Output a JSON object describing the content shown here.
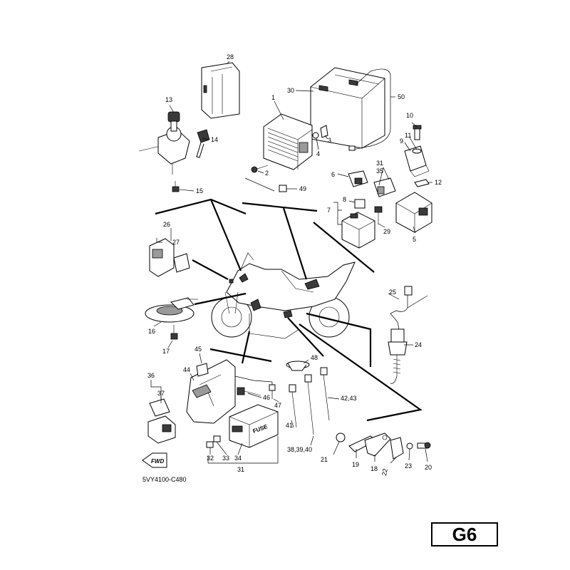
{
  "diagram_code": "5VY4100-C480",
  "page_code": "G6",
  "fwd_label": "FWD",
  "fuse_label": "FUSE",
  "callouts": [
    {
      "id": "p1",
      "label": "1"
    },
    {
      "id": "p2",
      "label": "2"
    },
    {
      "id": "p3",
      "label": "3"
    },
    {
      "id": "p4",
      "label": "4"
    },
    {
      "id": "p5",
      "label": "5"
    },
    {
      "id": "p6",
      "label": "6"
    },
    {
      "id": "p7",
      "label": "7"
    },
    {
      "id": "p8",
      "label": "8"
    },
    {
      "id": "p9",
      "label": "9"
    },
    {
      "id": "p10",
      "label": "10"
    },
    {
      "id": "p11",
      "label": "11"
    },
    {
      "id": "p12",
      "label": "12"
    },
    {
      "id": "p13",
      "label": "13"
    },
    {
      "id": "p14",
      "label": "14"
    },
    {
      "id": "p15",
      "label": "15"
    },
    {
      "id": "p16",
      "label": "16"
    },
    {
      "id": "p17",
      "label": "17"
    },
    {
      "id": "p18",
      "label": "18"
    },
    {
      "id": "p19",
      "label": "19"
    },
    {
      "id": "p20",
      "label": "20"
    },
    {
      "id": "p21",
      "label": "21"
    },
    {
      "id": "p22",
      "label": "22"
    },
    {
      "id": "p23",
      "label": "23"
    },
    {
      "id": "p24",
      "label": "24"
    },
    {
      "id": "p25",
      "label": "25"
    },
    {
      "id": "p26",
      "label": "26"
    },
    {
      "id": "p27",
      "label": "27"
    },
    {
      "id": "p28",
      "label": "28"
    },
    {
      "id": "p29",
      "label": "29"
    },
    {
      "id": "p30",
      "label": "30"
    },
    {
      "id": "p31a",
      "label": "31"
    },
    {
      "id": "p31b",
      "label": "31"
    },
    {
      "id": "p32",
      "label": "32"
    },
    {
      "id": "p33",
      "label": "33"
    },
    {
      "id": "p34",
      "label": "34"
    },
    {
      "id": "p35",
      "label": "35"
    },
    {
      "id": "p36",
      "label": "36"
    },
    {
      "id": "p37",
      "label": "37"
    },
    {
      "id": "p384",
      "label": "38,39,40"
    },
    {
      "id": "p41",
      "label": "41"
    },
    {
      "id": "p4243",
      "label": "42,43"
    },
    {
      "id": "p44",
      "label": "44"
    },
    {
      "id": "p45",
      "label": "45"
    },
    {
      "id": "p46",
      "label": "46"
    },
    {
      "id": "p47",
      "label": "47"
    },
    {
      "id": "p48",
      "label": "48"
    },
    {
      "id": "p49",
      "label": "49"
    },
    {
      "id": "p50",
      "label": "50"
    }
  ]
}
